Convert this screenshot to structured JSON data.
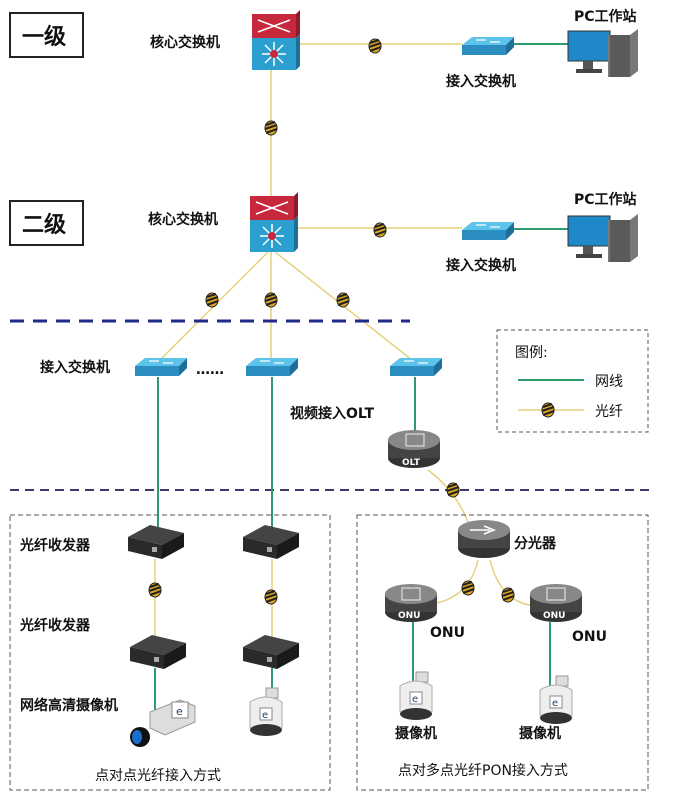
{
  "levels": {
    "level1": "一级",
    "level2": "二级"
  },
  "tier1": {
    "core_switch": "核心交换机",
    "access_switch": "接入交换机",
    "pc": "PC工作站"
  },
  "tier2": {
    "core_switch": "核心交换机",
    "access_switch": "接入交换机",
    "pc": "PC工作站"
  },
  "access": {
    "label": "接入交换机",
    "ellipsis": "……",
    "olt_label": "视频接入OLT",
    "olt_badge": "OLT"
  },
  "legend": {
    "title": "图例:",
    "network_cable": "网线",
    "fiber": "光纤"
  },
  "p2p": {
    "transceiver_top": "光纤收发器",
    "transceiver_bottom": "光纤收发器",
    "camera": "网络高清摄像机",
    "caption": "点对点光纤接入方式"
  },
  "pon": {
    "splitter": "分光器",
    "onu_left": "ONU",
    "onu_right": "ONU",
    "onu_badge": "ONU",
    "camera_left": "摄像机",
    "camera_right": "摄像机",
    "caption": "点对多点光纤PON接入方式"
  },
  "colors": {
    "fiber": "#e6d17a",
    "network_cable": "#2e9b6c",
    "switch": "#2a9fd0",
    "core_top": "#c8283c",
    "divider": "#1f2a8a"
  }
}
